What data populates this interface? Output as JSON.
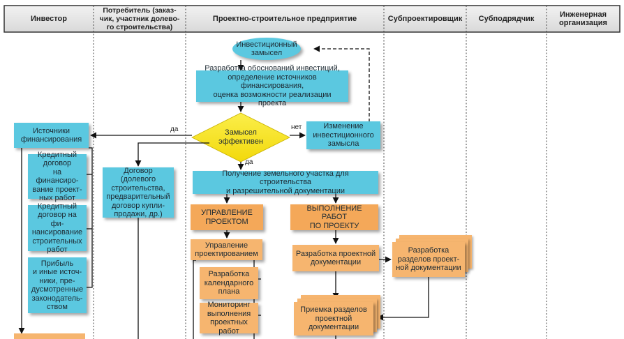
{
  "headers": [
    "Инвестор",
    "Потребитель (заказ-\nчик, участник долево-\nго строительства)",
    "Проектно-строительное предприятие",
    "Субпроектировщик",
    "Субподрядчик",
    "Инженерная\nорганизация"
  ],
  "nodes": {
    "idea": "Инвестиционный\nзамысел",
    "justification": "Разработка обоснований инвестиций,\nопределение источников финансирования,\nоценка возможности реализации проекта",
    "decision": "Замысел\nэффективен",
    "change_idea": "Изменение\nинвестиционного\nзамысла",
    "funding_sources": "Источники\nфинансирования",
    "credit_design": "Кредитный\nдоговор\nна финансиро-\nвание проект-\nных работ",
    "credit_construction": "Кредитный\nдоговор на фи-\nнансирование\nстроительных\nработ",
    "profit_other": "Прибыль\nи иные источ-\nники, пре-\nдусмотренные\nзаконодатель-\nством",
    "contract": "Договор (долевого\nстроительства,\nпредварительный\nдоговор купли-\nпродажи, др.)",
    "land_permit": "Получение земельного участка для строительства\nи разрешительной документации",
    "project_management": "УПРАВЛЕНИЕ\nПРОЕКТОМ",
    "project_execution": "ВЫПОЛНЕНИЕ РАБОТ\nПО ПРОЕКТУ",
    "design_management": "Управление\nпроектированием",
    "design_docs": "Разработка проектной\nдокументации",
    "sub_design_sections": "Разработка\nразделов проект-\nной документации",
    "calendar_plan": "Разработка\nкалендарного\nплана",
    "monitoring": "Мониторинг\nвыполнения\nпроектных работ",
    "acceptance": "Приемка разделов\nпроектной\nдокументации"
  },
  "edge_labels": {
    "yes_left": "да",
    "no": "нет",
    "yes_down": "да"
  },
  "colors": {
    "blue": "#5bc8e0",
    "orange": "#f6b56f",
    "diamond": "#f5e21a",
    "header_bg": "#e6e6e6"
  }
}
